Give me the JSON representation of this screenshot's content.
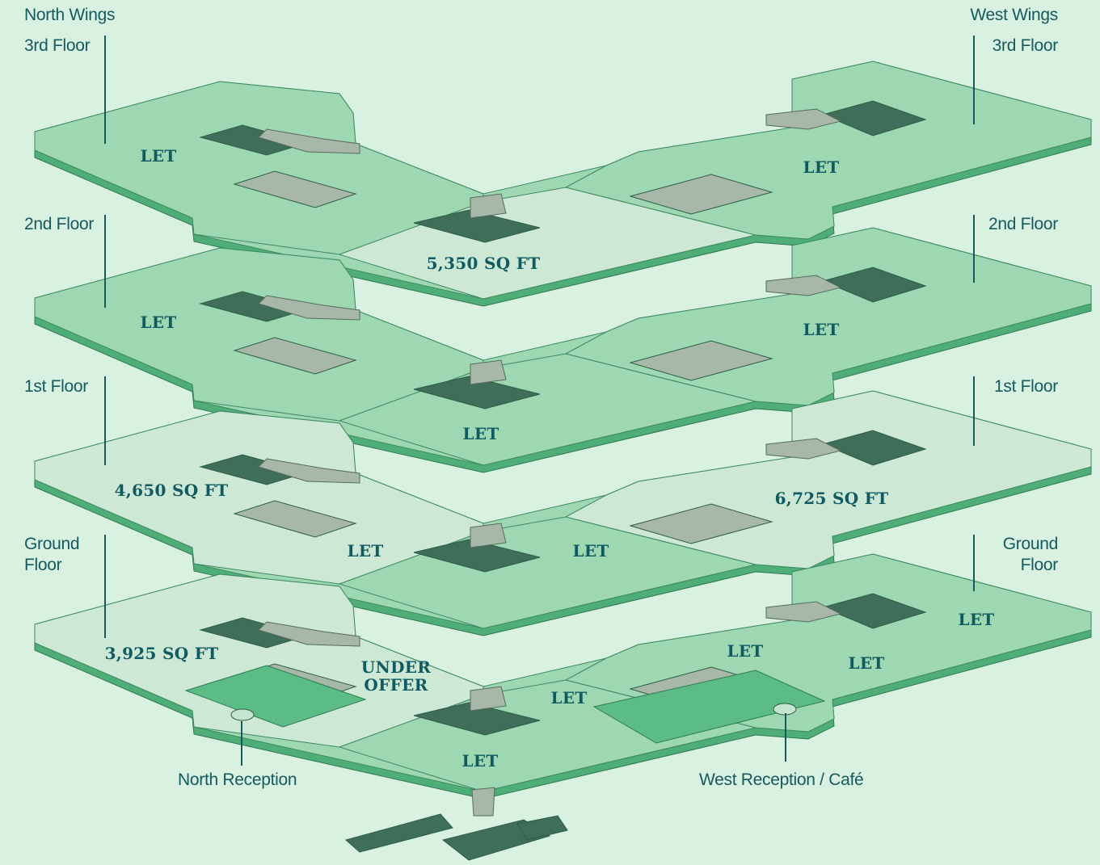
{
  "labels": {
    "north_wings": "North Wings",
    "west_wings": "West Wings",
    "north_reception": "North Reception",
    "west_reception": "West Reception / Café"
  },
  "floors": [
    {
      "key": "third",
      "name": "3rd Floor",
      "areas": {
        "north": "LET",
        "center": "5,350 SQ FT",
        "west": "LET"
      }
    },
    {
      "key": "second",
      "name": "2nd Floor",
      "areas": {
        "north": "LET",
        "center": "LET",
        "west": "LET"
      }
    },
    {
      "key": "first",
      "name": "1st Floor",
      "areas": {
        "north": "4,650 SQ FT",
        "center_left": "LET",
        "center_right": "LET",
        "west": "6,725 SQ FT"
      }
    },
    {
      "key": "ground",
      "name": "Ground Floor",
      "name_line1": "Ground",
      "name_line2": "Floor",
      "areas": {
        "north": "3,925 SQ FT",
        "under_offer_1": "UNDER",
        "under_offer_2": "OFFER",
        "center": "LET",
        "mid": "LET",
        "west_top": "LET",
        "west_mid": "LET",
        "west_right": "LET"
      }
    }
  ],
  "colors": {
    "background": "#d8f1e0",
    "let": "#9ed8b3",
    "available": "#cde8d5",
    "under_offer": "#5bbd85",
    "edge": "#4fae77",
    "core": "#a8b8a8",
    "wc": "#3f6e5a",
    "text": "#145a5f"
  }
}
